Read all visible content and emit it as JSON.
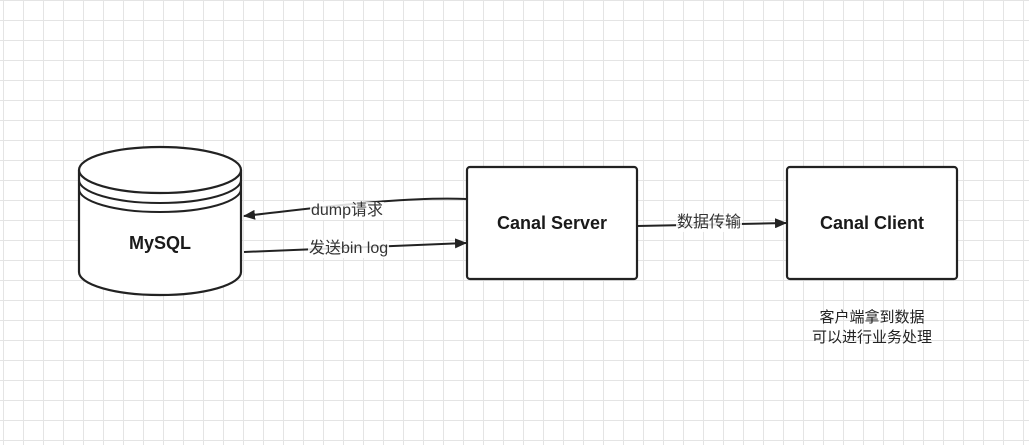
{
  "nodes": {
    "mysql": {
      "label": "MySQL"
    },
    "server": {
      "label": "Canal Server"
    },
    "client": {
      "label": "Canal Client"
    }
  },
  "edges": {
    "dump": {
      "label": "dump请求"
    },
    "binlog": {
      "label": "发送bin log"
    },
    "transfer": {
      "label": "数据传输"
    }
  },
  "note": {
    "line1": "客户端拿到数据",
    "line2": "可以进行业务处理"
  }
}
